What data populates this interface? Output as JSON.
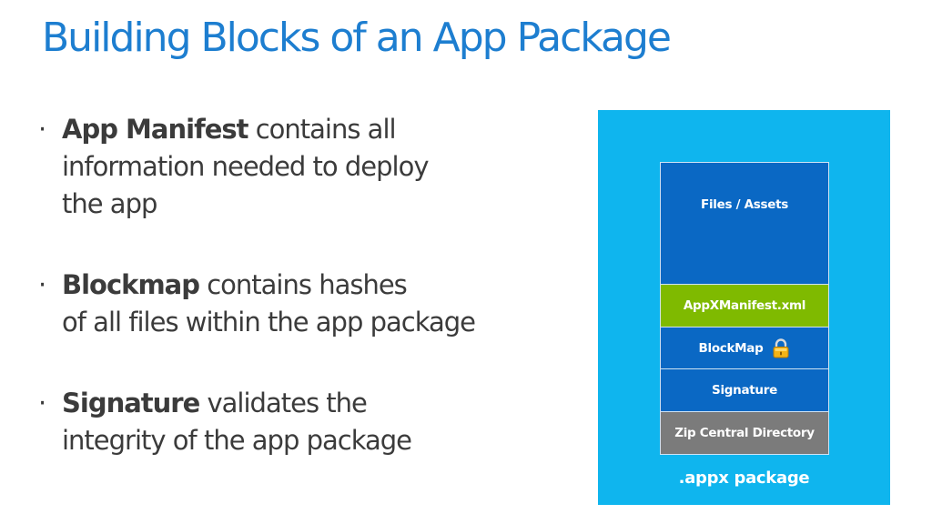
{
  "title": "Building Blocks of an App Package",
  "bullets": [
    {
      "marker": "·",
      "term": "App Manifest",
      "lines": [
        " contains all",
        "information needed to deploy",
        "the app"
      ]
    },
    {
      "marker": "·",
      "term": "Blockmap",
      "lines": [
        " contains hashes",
        "of all files within the app package"
      ]
    },
    {
      "marker": "·",
      "term": "Signature",
      "lines": [
        " validates the",
        "integrity of the app package"
      ]
    }
  ],
  "diagram": {
    "blocks": [
      {
        "label": "Files / Assets",
        "color": "#0a68c4"
      },
      {
        "label": "AppXManifest.xml",
        "color": "#7fba00"
      },
      {
        "label": "BlockMap",
        "color": "#0a68c4",
        "icon": "lock-icon"
      },
      {
        "label": "Signature",
        "color": "#0a68c4"
      },
      {
        "label": "Zip Central Directory",
        "color": "#7b7b7b"
      }
    ],
    "container_label": ".appx package",
    "container_color": "#0fb5ee"
  },
  "colors": {
    "title": "#1d7ed0",
    "body_text": "#3b3b3b"
  }
}
